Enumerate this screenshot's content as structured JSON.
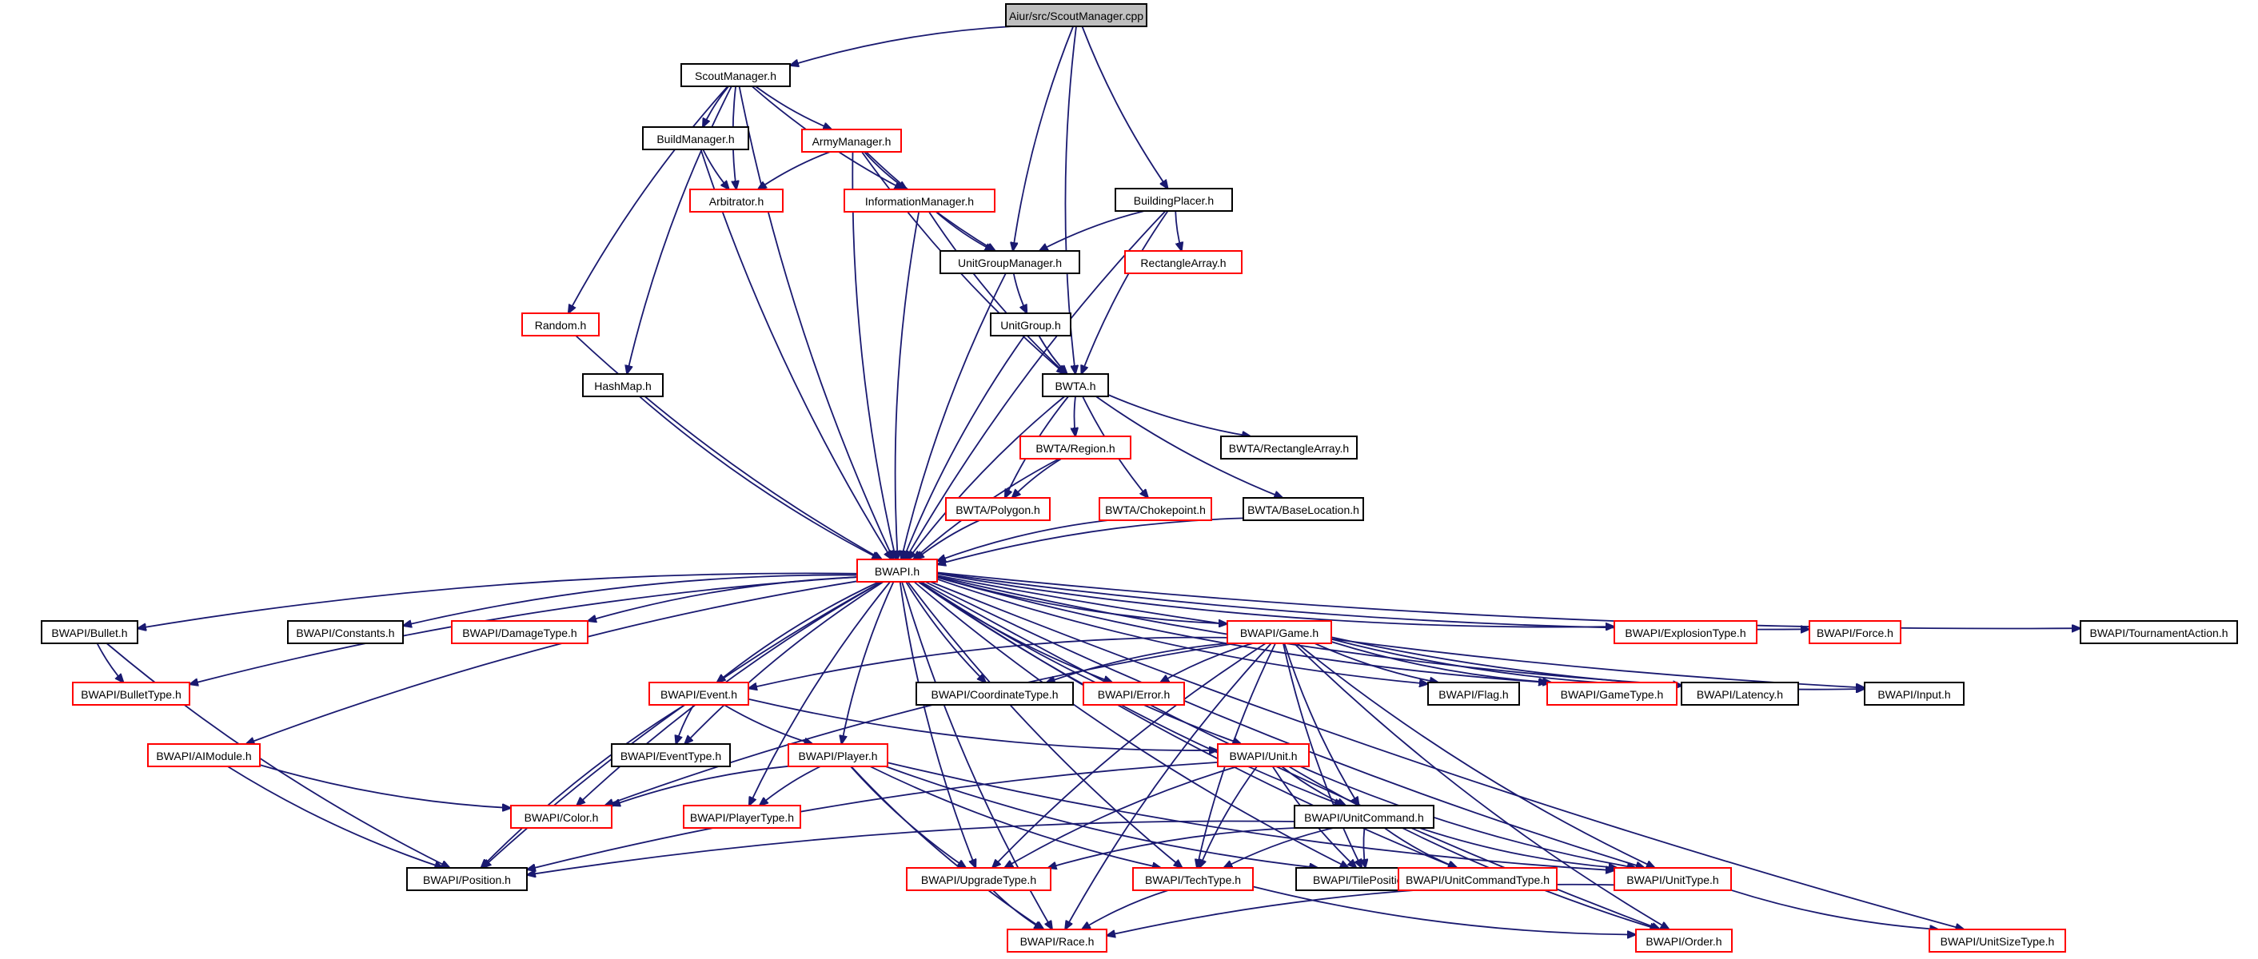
{
  "graph": {
    "title": "Aiur/src/ScoutManager.cpp",
    "colors": {
      "edge": "#191970",
      "border_normal": "#000000",
      "border_truncated": "#ff0000",
      "root_fill": "#bfbfbf"
    },
    "nodes": [
      {
        "id": "root",
        "label": "Aiur/src/ScoutManager.cpp",
        "style": "root"
      },
      {
        "id": "scoutmgr",
        "label": "ScoutManager.h",
        "style": "black"
      },
      {
        "id": "buildmgr",
        "label": "BuildManager.h",
        "style": "black"
      },
      {
        "id": "armymgr",
        "label": "ArmyManager.h",
        "style": "red"
      },
      {
        "id": "arbitrator",
        "label": "Arbitrator.h",
        "style": "red"
      },
      {
        "id": "infomgr",
        "label": "InformationManager.h",
        "style": "red"
      },
      {
        "id": "buildingplacer",
        "label": "BuildingPlacer.h",
        "style": "black"
      },
      {
        "id": "rectarray",
        "label": "RectangleArray.h",
        "style": "red"
      },
      {
        "id": "ugmgr",
        "label": "UnitGroupManager.h",
        "style": "black"
      },
      {
        "id": "random",
        "label": "Random.h",
        "style": "red"
      },
      {
        "id": "unitgroup",
        "label": "UnitGroup.h",
        "style": "black"
      },
      {
        "id": "hashmap",
        "label": "HashMap.h",
        "style": "black"
      },
      {
        "id": "bwta",
        "label": "BWTA.h",
        "style": "black"
      },
      {
        "id": "bwtarect",
        "label": "BWTA/RectangleArray.h",
        "style": "black"
      },
      {
        "id": "bwtaregion",
        "label": "BWTA/Region.h",
        "style": "red"
      },
      {
        "id": "bwtapoly",
        "label": "BWTA/Polygon.h",
        "style": "red"
      },
      {
        "id": "bwtachoke",
        "label": "BWTA/Chokepoint.h",
        "style": "red"
      },
      {
        "id": "bwtabase",
        "label": "BWTA/BaseLocation.h",
        "style": "black"
      },
      {
        "id": "bwapi",
        "label": "BWAPI.h",
        "style": "red"
      },
      {
        "id": "bullet",
        "label": "BWAPI/Bullet.h",
        "style": "black"
      },
      {
        "id": "constants",
        "label": "BWAPI/Constants.h",
        "style": "black"
      },
      {
        "id": "damagetype",
        "label": "BWAPI/DamageType.h",
        "style": "red"
      },
      {
        "id": "game",
        "label": "BWAPI/Game.h",
        "style": "red"
      },
      {
        "id": "explosion",
        "label": "BWAPI/ExplosionType.h",
        "style": "red"
      },
      {
        "id": "force",
        "label": "BWAPI/Force.h",
        "style": "red"
      },
      {
        "id": "tournament",
        "label": "BWAPI/TournamentAction.h",
        "style": "black"
      },
      {
        "id": "bullettype",
        "label": "BWAPI/BulletType.h",
        "style": "red"
      },
      {
        "id": "event",
        "label": "BWAPI/Event.h",
        "style": "red"
      },
      {
        "id": "coordtype",
        "label": "BWAPI/CoordinateType.h",
        "style": "black"
      },
      {
        "id": "error",
        "label": "BWAPI/Error.h",
        "style": "red"
      },
      {
        "id": "flag",
        "label": "BWAPI/Flag.h",
        "style": "black"
      },
      {
        "id": "gametype",
        "label": "BWAPI/GameType.h",
        "style": "red"
      },
      {
        "id": "latency",
        "label": "BWAPI/Latency.h",
        "style": "black"
      },
      {
        "id": "input",
        "label": "BWAPI/Input.h",
        "style": "black"
      },
      {
        "id": "aimodule",
        "label": "BWAPI/AIModule.h",
        "style": "red"
      },
      {
        "id": "eventtype",
        "label": "BWAPI/EventType.h",
        "style": "black"
      },
      {
        "id": "player",
        "label": "BWAPI/Player.h",
        "style": "red"
      },
      {
        "id": "unit",
        "label": "BWAPI/Unit.h",
        "style": "red"
      },
      {
        "id": "color",
        "label": "BWAPI/Color.h",
        "style": "red"
      },
      {
        "id": "playertype",
        "label": "BWAPI/PlayerType.h",
        "style": "red"
      },
      {
        "id": "unitcommand",
        "label": "BWAPI/UnitCommand.h",
        "style": "black"
      },
      {
        "id": "position",
        "label": "BWAPI/Position.h",
        "style": "black"
      },
      {
        "id": "upgradetype",
        "label": "BWAPI/UpgradeType.h",
        "style": "red"
      },
      {
        "id": "techtype",
        "label": "BWAPI/TechType.h",
        "style": "red"
      },
      {
        "id": "tileposition",
        "label": "BWAPI/TilePosition.h",
        "style": "black"
      },
      {
        "id": "unitcommandtype",
        "label": "BWAPI/UnitCommandType.h",
        "style": "red"
      },
      {
        "id": "unittype",
        "label": "BWAPI/UnitType.h",
        "style": "red"
      },
      {
        "id": "race",
        "label": "BWAPI/Race.h",
        "style": "red"
      },
      {
        "id": "order",
        "label": "BWAPI/Order.h",
        "style": "red"
      },
      {
        "id": "unitsizetype",
        "label": "BWAPI/UnitSizeType.h",
        "style": "red"
      }
    ],
    "edges": [
      [
        "root",
        "scoutmgr"
      ],
      [
        "root",
        "ugmgr"
      ],
      [
        "root",
        "bwta"
      ],
      [
        "root",
        "buildingplacer"
      ],
      [
        "scoutmgr",
        "buildmgr"
      ],
      [
        "scoutmgr",
        "armymgr"
      ],
      [
        "scoutmgr",
        "arbitrator"
      ],
      [
        "scoutmgr",
        "infomgr"
      ],
      [
        "scoutmgr",
        "random"
      ],
      [
        "scoutmgr",
        "hashmap"
      ],
      [
        "scoutmgr",
        "bwapi"
      ],
      [
        "buildmgr",
        "arbitrator"
      ],
      [
        "buildmgr",
        "bwapi"
      ],
      [
        "armymgr",
        "arbitrator"
      ],
      [
        "armymgr",
        "infomgr"
      ],
      [
        "armymgr",
        "ugmgr"
      ],
      [
        "armymgr",
        "bwta"
      ],
      [
        "armymgr",
        "bwapi"
      ],
      [
        "infomgr",
        "ugmgr"
      ],
      [
        "infomgr",
        "bwta"
      ],
      [
        "infomgr",
        "bwapi"
      ],
      [
        "buildingplacer",
        "ugmgr"
      ],
      [
        "buildingplacer",
        "rectarray"
      ],
      [
        "buildingplacer",
        "bwta"
      ],
      [
        "buildingplacer",
        "bwapi"
      ],
      [
        "ugmgr",
        "unitgroup"
      ],
      [
        "ugmgr",
        "bwapi"
      ],
      [
        "unitgroup",
        "bwta"
      ],
      [
        "unitgroup",
        "bwapi"
      ],
      [
        "random",
        "bwapi"
      ],
      [
        "hashmap",
        "bwapi"
      ],
      [
        "bwta",
        "bwtarect"
      ],
      [
        "bwta",
        "bwtaregion"
      ],
      [
        "bwta",
        "bwtapoly"
      ],
      [
        "bwta",
        "bwtachoke"
      ],
      [
        "bwta",
        "bwtabase"
      ],
      [
        "bwta",
        "bwapi"
      ],
      [
        "bwtaregion",
        "bwtapoly"
      ],
      [
        "bwtaregion",
        "bwapi"
      ],
      [
        "bwtapoly",
        "bwapi"
      ],
      [
        "bwtachoke",
        "bwapi"
      ],
      [
        "bwtabase",
        "bwapi"
      ],
      [
        "bwapi",
        "bullet"
      ],
      [
        "bwapi",
        "constants"
      ],
      [
        "bwapi",
        "damagetype"
      ],
      [
        "bwapi",
        "game"
      ],
      [
        "bwapi",
        "explosion"
      ],
      [
        "bwapi",
        "force"
      ],
      [
        "bwapi",
        "tournament"
      ],
      [
        "bwapi",
        "bullettype"
      ],
      [
        "bwapi",
        "aimodule"
      ],
      [
        "bwapi",
        "position"
      ],
      [
        "bwapi",
        "color"
      ],
      [
        "bwapi",
        "eventtype"
      ],
      [
        "bwapi",
        "event"
      ],
      [
        "bwapi",
        "playertype"
      ],
      [
        "bwapi",
        "player"
      ],
      [
        "bwapi",
        "coordtype"
      ],
      [
        "bwapi",
        "error"
      ],
      [
        "bwapi",
        "flag"
      ],
      [
        "bwapi",
        "gametype"
      ],
      [
        "bwapi",
        "latency"
      ],
      [
        "bwapi",
        "input"
      ],
      [
        "bwapi",
        "unit"
      ],
      [
        "bwapi",
        "unitcommand"
      ],
      [
        "bwapi",
        "upgradetype"
      ],
      [
        "bwapi",
        "techtype"
      ],
      [
        "bwapi",
        "tileposition"
      ],
      [
        "bwapi",
        "unitcommandtype"
      ],
      [
        "bwapi",
        "unittype"
      ],
      [
        "bwapi",
        "race"
      ],
      [
        "bwapi",
        "order"
      ],
      [
        "bwapi",
        "unitsizetype"
      ],
      [
        "bullet",
        "bullettype"
      ],
      [
        "bullet",
        "position"
      ],
      [
        "game",
        "event"
      ],
      [
        "game",
        "coordtype"
      ],
      [
        "game",
        "error"
      ],
      [
        "game",
        "flag"
      ],
      [
        "game",
        "gametype"
      ],
      [
        "game",
        "latency"
      ],
      [
        "game",
        "input"
      ],
      [
        "game",
        "color"
      ],
      [
        "game",
        "upgradetype"
      ],
      [
        "game",
        "techtype"
      ],
      [
        "game",
        "race"
      ],
      [
        "game",
        "unittype"
      ],
      [
        "game",
        "tileposition"
      ],
      [
        "game",
        "order"
      ],
      [
        "game",
        "unitcommand"
      ],
      [
        "event",
        "eventtype"
      ],
      [
        "event",
        "player"
      ],
      [
        "event",
        "unit"
      ],
      [
        "event",
        "position"
      ],
      [
        "aimodule",
        "color"
      ],
      [
        "aimodule",
        "position"
      ],
      [
        "player",
        "color"
      ],
      [
        "player",
        "playertype"
      ],
      [
        "player",
        "upgradetype"
      ],
      [
        "player",
        "techtype"
      ],
      [
        "player",
        "race"
      ],
      [
        "player",
        "unittype"
      ],
      [
        "player",
        "tileposition"
      ],
      [
        "unit",
        "unitcommand"
      ],
      [
        "unit",
        "position"
      ],
      [
        "unit",
        "upgradetype"
      ],
      [
        "unit",
        "techtype"
      ],
      [
        "unit",
        "tileposition"
      ],
      [
        "unit",
        "unittype"
      ],
      [
        "unit",
        "order"
      ],
      [
        "unitcommand",
        "position"
      ],
      [
        "unitcommand",
        "upgradetype"
      ],
      [
        "unitcommand",
        "techtype"
      ],
      [
        "unitcommand",
        "tileposition"
      ],
      [
        "unitcommand",
        "unitcommandtype"
      ],
      [
        "unitcommand",
        "unittype"
      ],
      [
        "upgradetype",
        "race"
      ],
      [
        "techtype",
        "race"
      ],
      [
        "techtype",
        "order"
      ],
      [
        "unittype",
        "race"
      ],
      [
        "unittype",
        "unitsizetype"
      ]
    ]
  }
}
